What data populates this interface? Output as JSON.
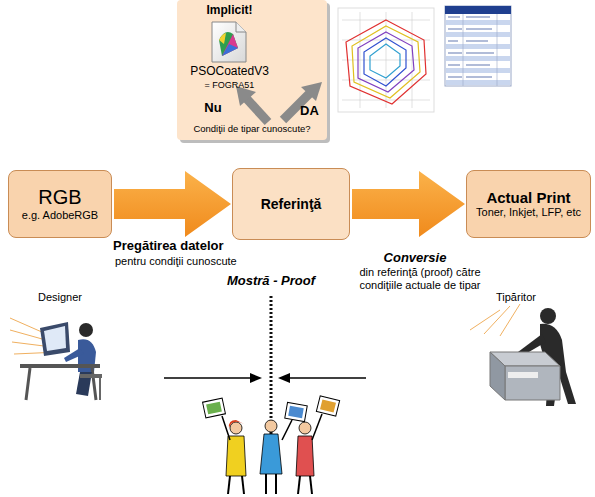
{
  "diagram": {
    "nodes": [
      {
        "text": [
          "Implicit!",
          "PSOCoatedV3",
          "= FOGRA51",
          "Nu",
          "Condiţii de tipar cunoscute?"
        ]
      },
      {
        "text": [
          "RGB",
          "e.g. AdobeRGB"
        ]
      },
      {
        "text": [
          "Referinţă"
        ]
      },
      {
        "text": [
          "Actual Print",
          "Toner, Inkjet, LFP, etc"
        ]
      }
    ],
    "edges": [
      {
        "from": 1,
        "to": 2,
        "arrow": "to"
      },
      {
        "from": 2,
        "to": 3,
        "arrow": "to"
      }
    ],
    "labels": [
      "DA",
      "Pregătirea datelor",
      "pentru condiţii cunoscute",
      "Mostră - Proof",
      "Conversie",
      "din referinţă (proof) către condiţiile actuale de tipar",
      "Designer",
      "Tipăritor"
    ]
  }
}
